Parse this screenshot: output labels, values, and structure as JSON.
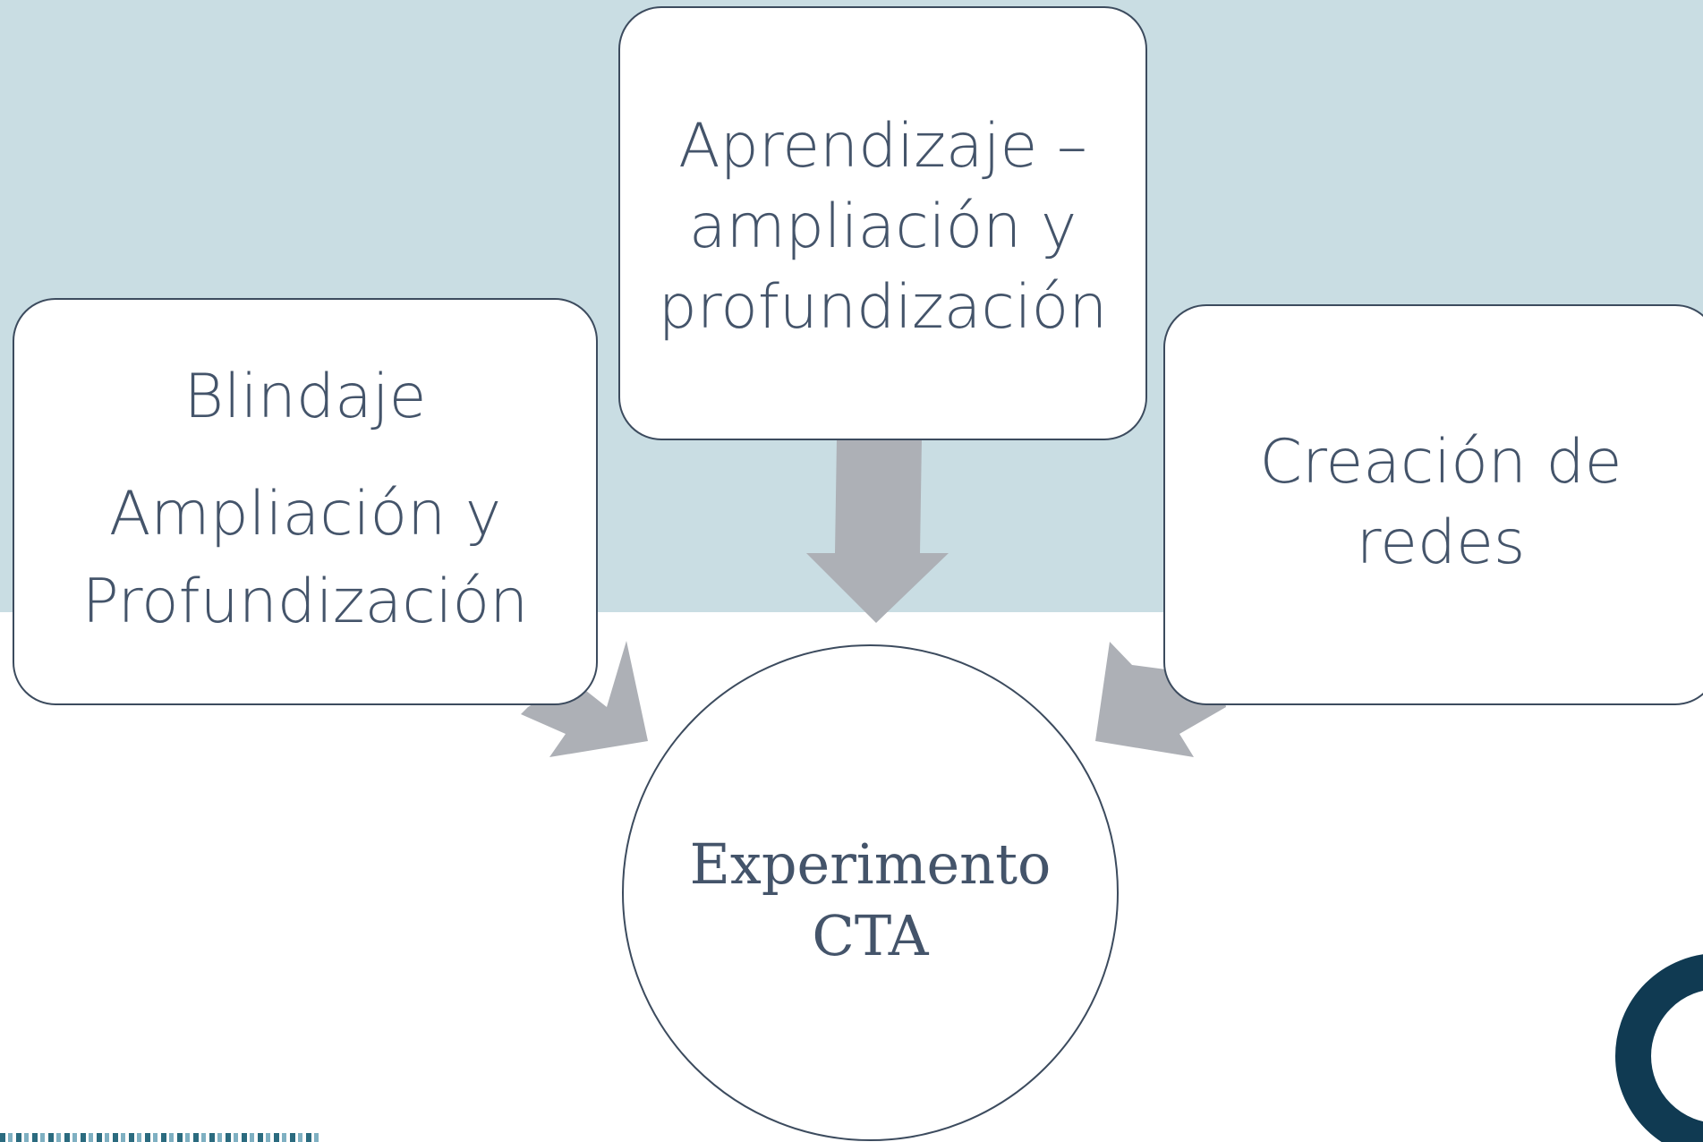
{
  "diagram": {
    "boxes": {
      "left": {
        "line1": "Blindaje",
        "line2": "Ampliación y",
        "line3": "Profundización"
      },
      "center": {
        "line1": "Aprendizaje –",
        "line2": "ampliación y",
        "line3": "profundización"
      },
      "right": {
        "line1": "Creación de",
        "line2": "redes"
      }
    },
    "center_node": {
      "line1": "Experimento",
      "line2": "CTA"
    }
  },
  "colors": {
    "band": "#c9dde3",
    "arrow": "#adb0b6",
    "border": "#3c4b5e",
    "text": "#44546a",
    "logo": "#103a52"
  }
}
